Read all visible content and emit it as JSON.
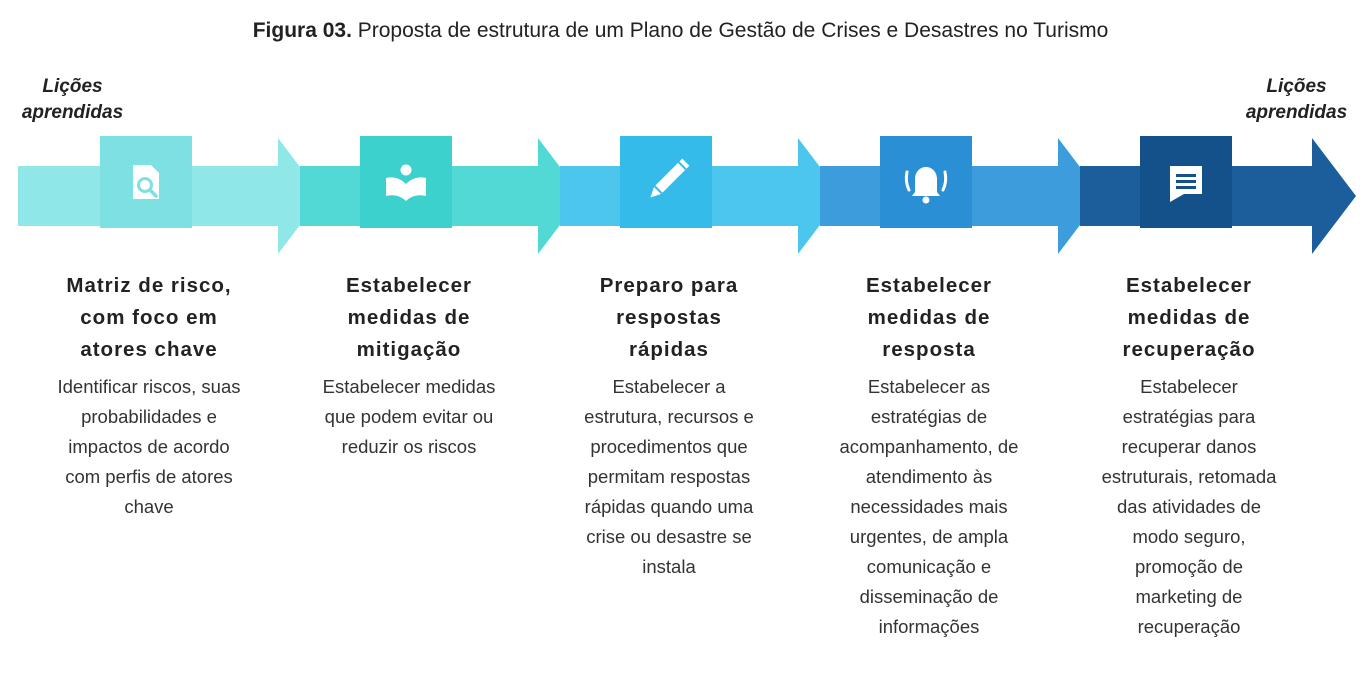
{
  "caption": {
    "label": "Figura 03.",
    "text": " Proposta de estrutura de um Plano de Gestão de Crises e Desastres no Turismo"
  },
  "lessons_left": "Lições aprendidas",
  "lessons_right": "Lições aprendidas",
  "steps": [
    {
      "icon": "document-search-icon",
      "color": "#8fe7e7",
      "box_color": "#7de0e2",
      "title": "Matriz de risco, com foco em atores chave",
      "description": "Identificar riscos, suas probabilidades e impactos de acordo com perfis de atores chave"
    },
    {
      "icon": "person-reading-icon",
      "color": "#52d9d5",
      "box_color": "#3dd1ce",
      "title": "Estabelecer medidas de mitigação",
      "description": "Estabelecer medidas que podem evitar ou reduzir os riscos"
    },
    {
      "icon": "pencil-icon",
      "color": "#4cc6ec",
      "box_color": "#35bbea",
      "title": "Preparo para respostas rápidas",
      "description": "Estabelecer a estrutura, recursos e procedimentos que permitam respostas rápidas quando uma crise ou desastre se instala"
    },
    {
      "icon": "bell-icon",
      "color": "#3c9cdc",
      "box_color": "#2b8fd6",
      "title": "Estabelecer medidas de resposta",
      "description": "Estabelecer as estratégias de acompanhamento, de atendimento às necessidades mais urgentes, de ampla comunicação e disseminação de informações"
    },
    {
      "icon": "message-icon",
      "color": "#1c5e9c",
      "box_color": "#14508a",
      "title": "Estabelecer medidas de recuperação",
      "description": "Estabelecer estratégias para recuperar danos estruturais, retomada das atividades de modo seguro, promoção de marketing de recuperação"
    }
  ]
}
